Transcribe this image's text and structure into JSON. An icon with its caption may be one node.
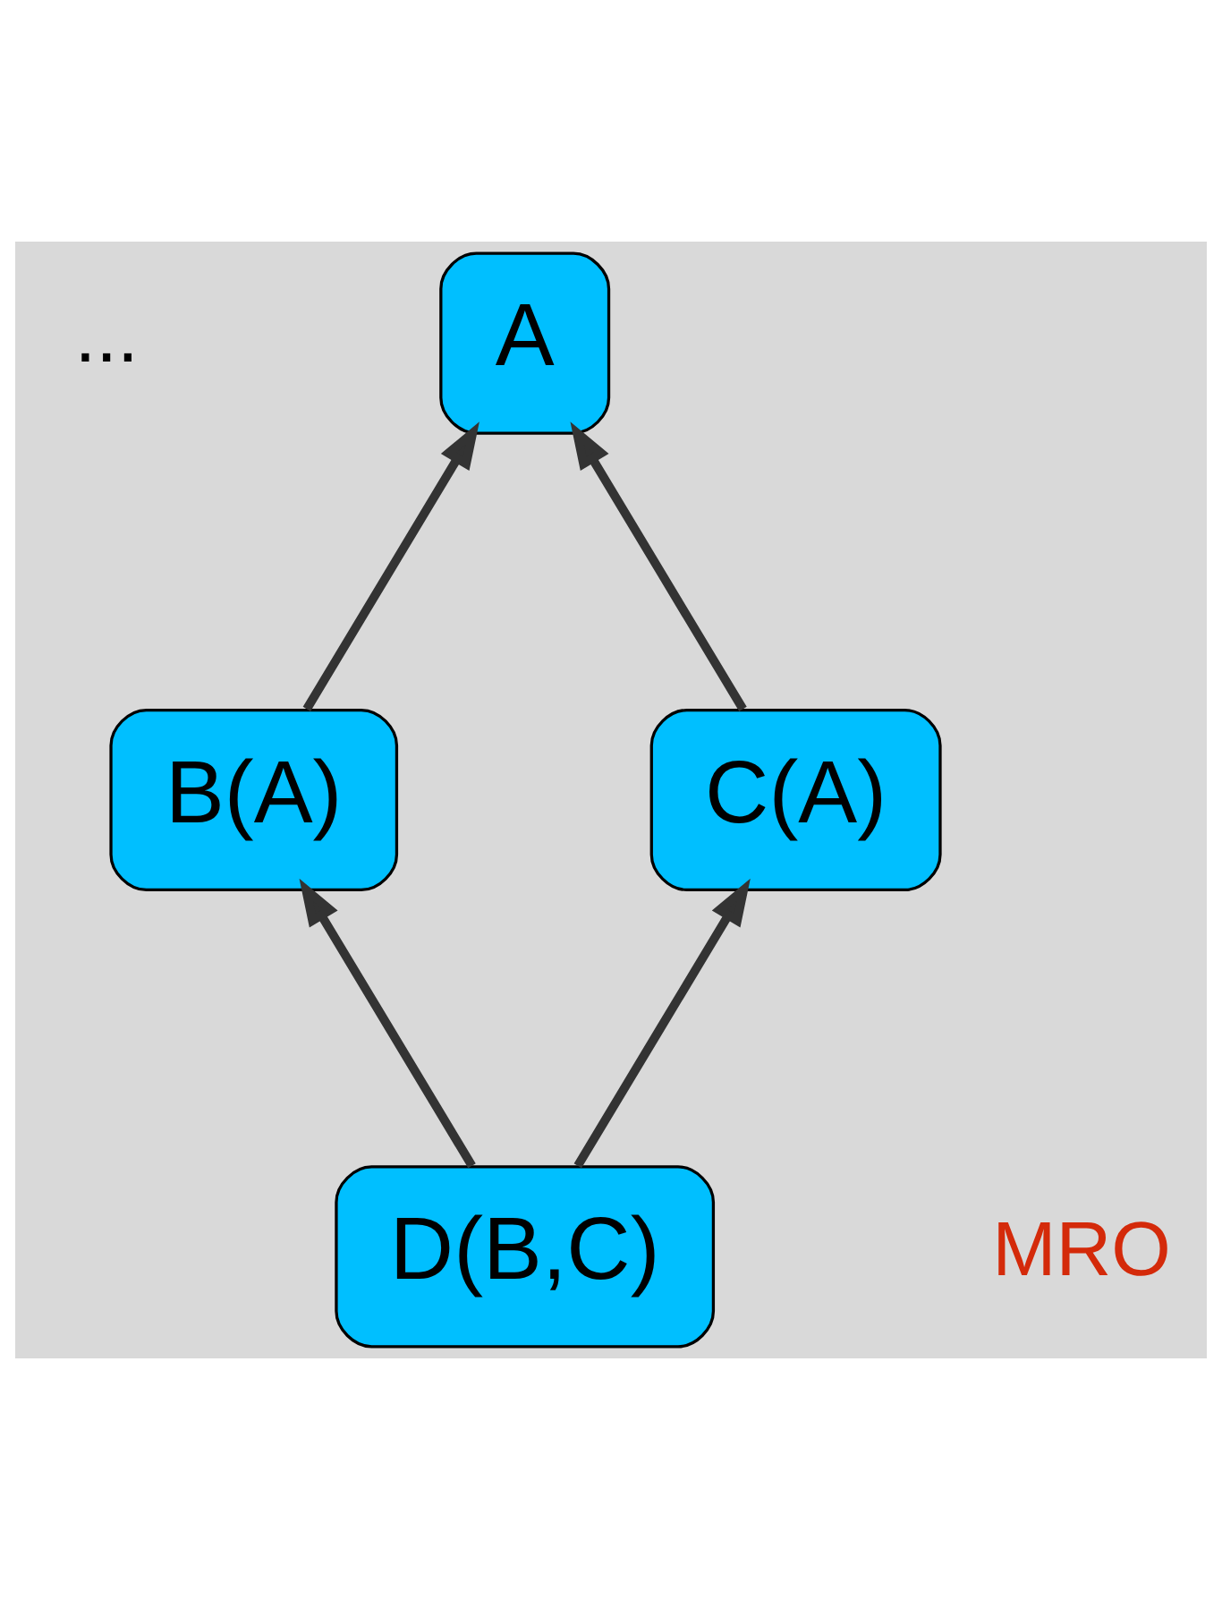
{
  "diagram": {
    "nodes": [
      {
        "text": [
          "A"
        ]
      },
      {
        "text": [
          "B(A)"
        ]
      },
      {
        "text": [
          "C(A)"
        ]
      },
      {
        "text": [
          "D(B,C)"
        ]
      }
    ],
    "edges": [
      {
        "from": 1,
        "to": 0,
        "arrow": "to"
      },
      {
        "from": 2,
        "to": 0,
        "arrow": "to"
      },
      {
        "from": 3,
        "to": 1,
        "arrow": "to"
      },
      {
        "from": 3,
        "to": 2,
        "arrow": "to"
      }
    ],
    "labels": [
      "...",
      "MRO"
    ]
  }
}
